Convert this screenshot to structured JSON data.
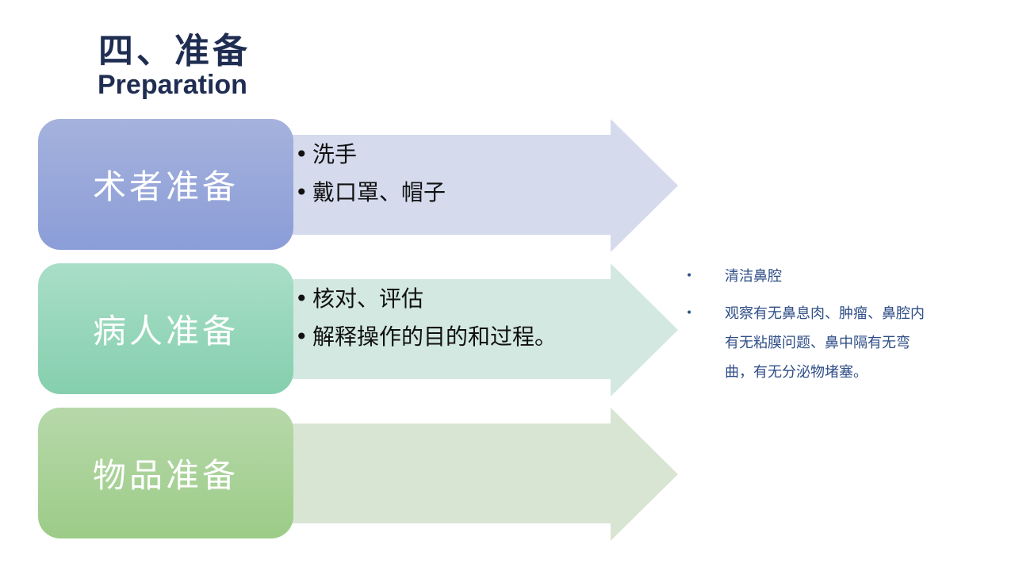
{
  "heading": {
    "cn": "四、准备",
    "en": "Preparation"
  },
  "sections": [
    {
      "label": "术者准备",
      "items": [
        "洗手",
        "戴口罩、帽子"
      ]
    },
    {
      "label": "病人准备",
      "items": [
        "核对、评估",
        "解释操作的目的和过程。"
      ]
    },
    {
      "label": "物品准备",
      "items": []
    }
  ],
  "notes": {
    "bullet": "•",
    "items": [
      "清洁鼻腔",
      "观察有无鼻息肉、肿瘤、鼻腔内有无粘膜问题、鼻中隔有无弯曲，有无分泌物堵塞。"
    ]
  },
  "bullet_char": "•",
  "colors": {
    "title": "#1f2d52",
    "section1": "#8b9dd7",
    "section1_arrow": "#d5daed",
    "section2": "#85cfae",
    "section2_arrow": "#d3e8e1",
    "section3": "#9ccc87",
    "section3_arrow": "#d9e5d3",
    "notes_text": "#2f4e87"
  }
}
